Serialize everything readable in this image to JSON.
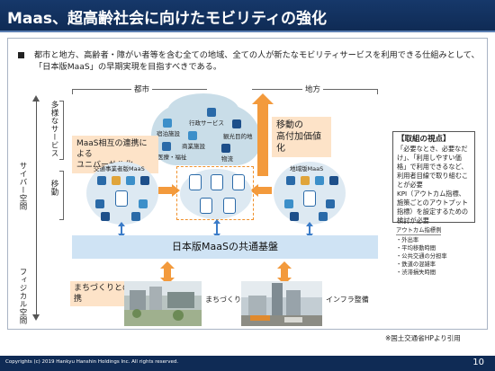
{
  "slide": {
    "title": "Maas、超高齢社会に向けたモビリティの強化",
    "bullet": "都市と地方、高齢者・障がい者等を含む全ての地域、全ての人が新たなモビリティサービスを利用できる仕組みとして、「日本版MaaS」の早期実現を目指すべきである。",
    "source": "※国土交通省HPより引用",
    "footer_copyright": "Copyrights (c) 2019 Hankyu Hanshin Holdings Inc. All rights reserved.",
    "page_number": "10"
  },
  "diagram": {
    "axis_cyber": "サイバー空間",
    "axis_physical": "フィジカル空間",
    "row_services": "多様なサービス",
    "row_mobility": "移動",
    "col_city": "都市",
    "col_rural": "地方",
    "services": {
      "admin": "行政サービス",
      "lodging": "宿泊施設",
      "tourism": "観光目的地",
      "commerce": "商業施設",
      "medical": "医療・福祉",
      "logistics": "物流"
    },
    "callout_universal": "MaaS相互の連携による\nユニバーサル化",
    "callout_value": "移動の\n高付加価値化",
    "maas_operator": "交通事業者版MaaS",
    "maas_regional": "地域版MaaS",
    "platform": "日本版MaaSの共通基盤",
    "town_link": "まちづくりとの連携",
    "photo_town": "まちづくり",
    "photo_infra": "インフラ整備"
  },
  "side_panel": {
    "heading": "【取組の視点】",
    "body": "「必要なとき、必要なだけ」、「利用しやすい価格」で利用できるなど、利用者目線で取り組むことが必要\nKPI（アウトカム指標、施策ごとのアウトプット指標）を設定するための検討が必要",
    "kpi_heading": "アウトカム指標例",
    "kpi_items": [
      "・外出率",
      "・平均移動時間",
      "・公共交通の分担率",
      "・鉄道の混雑率",
      "・渋滞損失時間"
    ]
  },
  "colors": {
    "title_bar": "#16386a",
    "footer": "#0f2b55",
    "orange_arrow": "#f39a3c",
    "callout_bg": "#fde3c8",
    "platform_bg": "#cfe3f4",
    "service_cloud": "#c9dde8"
  }
}
